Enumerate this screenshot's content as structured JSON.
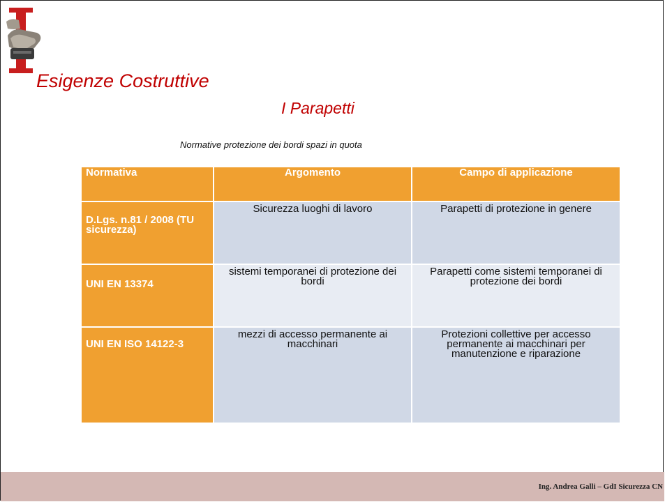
{
  "slide": {
    "title": "Esigenze Costruttive",
    "subtitle": "I Parapetti",
    "caption": "Normative protezione dei bordi spazi in quota"
  },
  "table": {
    "headers": [
      "Normativa",
      "Argomento",
      "Campo di applicazione"
    ],
    "rows": [
      [
        "D.Lgs. n.81 / 2008 (TU sicurezza)",
        "Sicurezza luoghi di lavoro",
        "Parapetti di protezione in genere"
      ],
      [
        "UNI EN 13374",
        "sistemi temporanei di protezione dei bordi",
        "Parapetti come sistemi temporanei di protezione dei bordi"
      ],
      [
        "UNI EN ISO 14122-3",
        "mezzi di accesso permanente ai macchinari",
        "Protezioni collettive per accesso permanente ai macchinari per manutenzione e riparazione"
      ]
    ]
  },
  "footer": {
    "text": "Ing. Andrea Galli – GdI Sicurezza CN"
  },
  "icons": {
    "logo": "gloved-hand-red-bar-logo-icon"
  },
  "colors": {
    "accent": "#c00000",
    "table_header": "#f0a030",
    "row_dark": "#d0d8e6",
    "row_light": "#e8ecf3",
    "footer_bg": "#d4b8b4"
  }
}
